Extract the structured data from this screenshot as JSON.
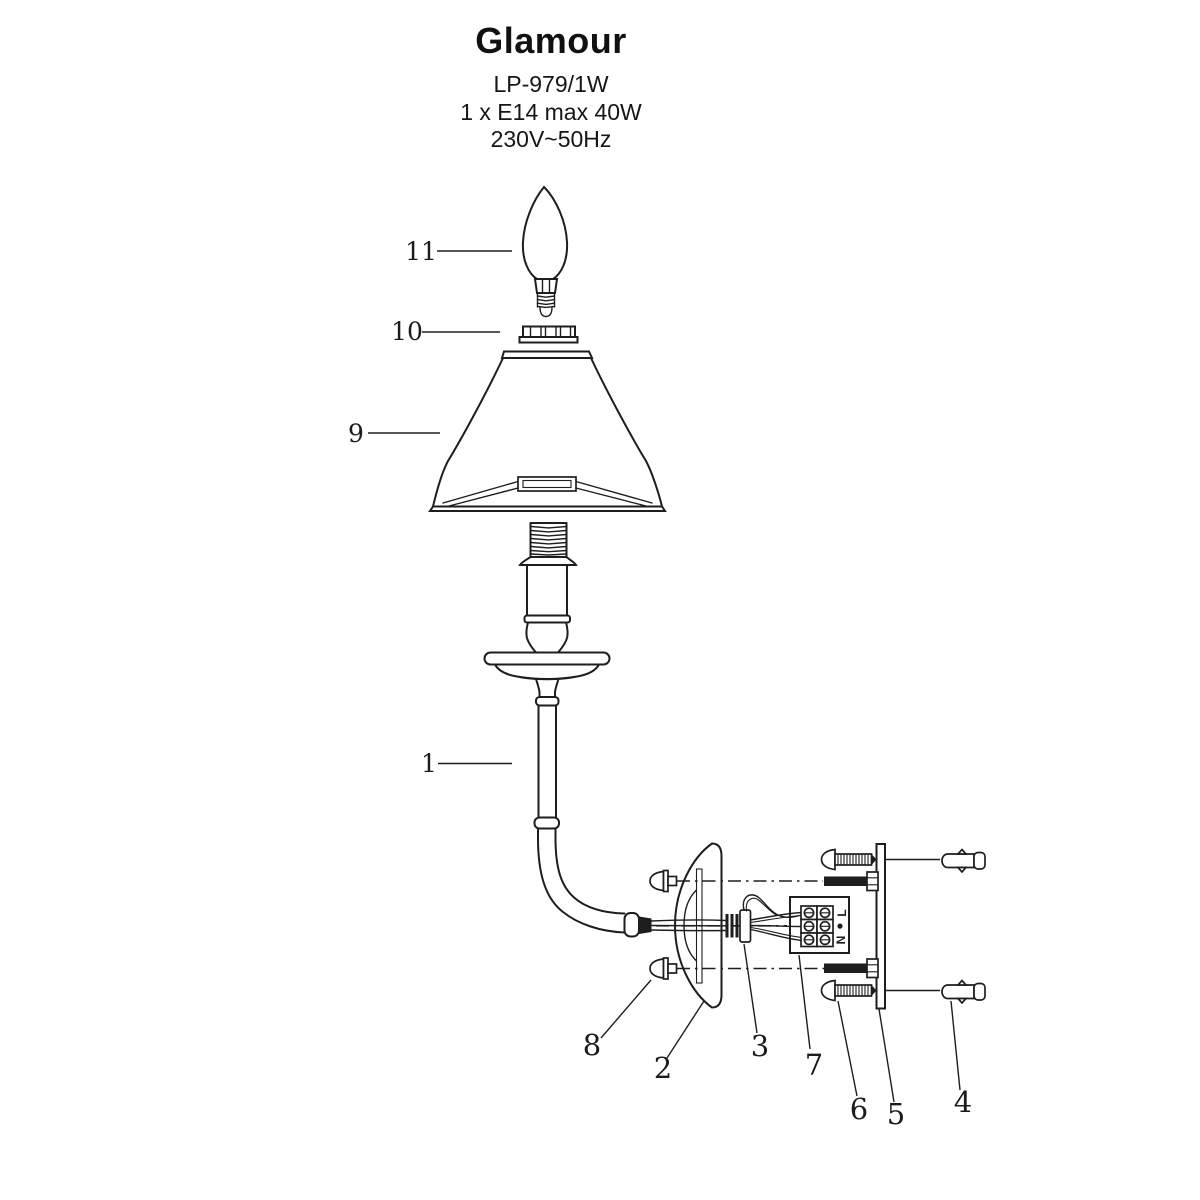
{
  "header": {
    "title": "Glamour",
    "model": "LP-979/1W",
    "bulb_spec": "1 x E14 max 40W",
    "voltage_spec": "230V~50Hz"
  },
  "part_labels": {
    "p1": "1",
    "p2": "2",
    "p3": "3",
    "p4": "4",
    "p5": "5",
    "p6": "6",
    "p7": "7",
    "p8": "8",
    "p9": "9",
    "p10": "10",
    "p11": "11"
  },
  "terminal_block": {
    "live_label": "L",
    "earth_label": "●",
    "neutral_label": "N"
  },
  "colors": {
    "line": "#1e1e1e",
    "background": "#ffffff"
  }
}
